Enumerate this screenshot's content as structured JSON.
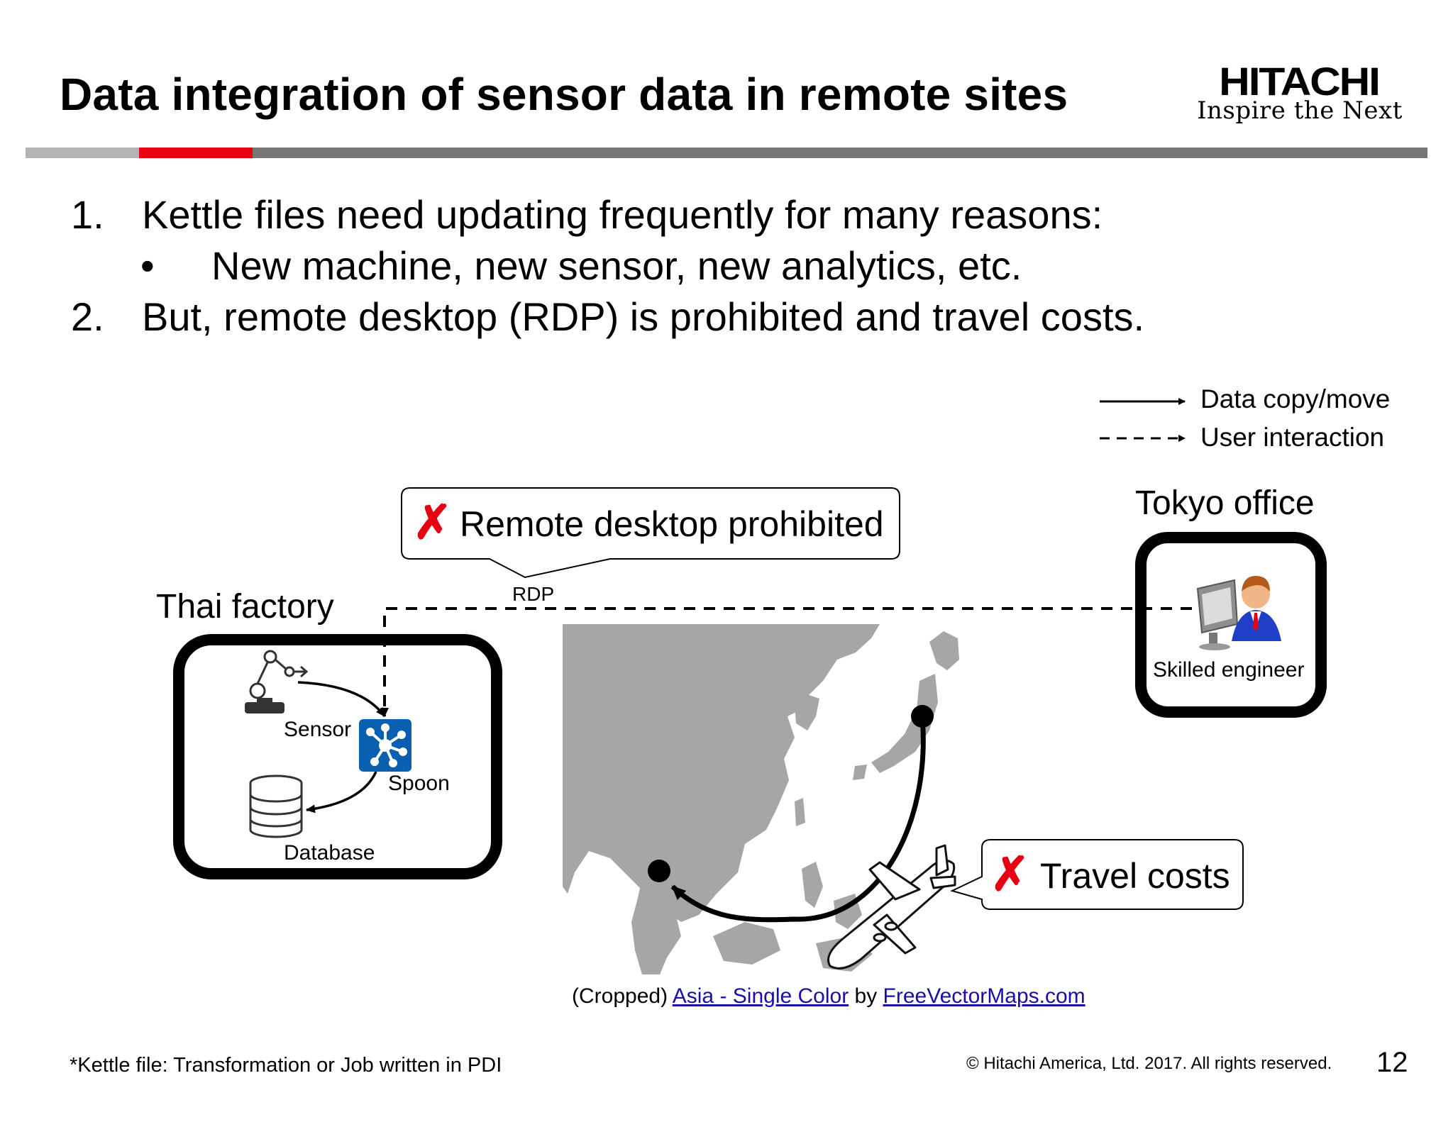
{
  "slide": {
    "title": "Data integration of sensor data in remote sites",
    "logo": {
      "wordmark": "HITACHI",
      "tagline": "Inspire the Next"
    },
    "bullets": [
      {
        "marker": "1.",
        "text": "Kettle files need updating frequently for many reasons:"
      },
      {
        "marker": "•",
        "text": "New machine, new sensor, new analytics, etc."
      },
      {
        "marker": "2.",
        "text": "But, remote desktop (RDP) is prohibited and travel costs."
      }
    ],
    "legend": {
      "solid": "Data copy/move",
      "dashed": "User interaction"
    },
    "diagram": {
      "thai_factory": {
        "title": "Thai factory",
        "sensor": "Sensor",
        "spoon": "Spoon",
        "database": "Database"
      },
      "tokyo_office": {
        "title": "Tokyo office",
        "engineer": "Skilled engineer"
      },
      "rdp_label": "RDP",
      "rdp_callout": "Remote desktop prohibited",
      "travel_callout": "Travel costs",
      "cross_mark": "✗"
    },
    "credit": {
      "prefix": "(Cropped) ",
      "link1": "Asia - Single Color",
      "middle": " by ",
      "link2": "FreeVectorMaps.com"
    },
    "footnote": "*Kettle file: Transformation or Job written in PDI",
    "copyright": "© Hitachi America, Ltd. 2017. All rights reserved.",
    "page_number": "12",
    "colors": {
      "accent_red": "#e60012",
      "rule_gray": "#777777",
      "map_gray": "#a6a6a6",
      "spoon_blue": "#0a5fae",
      "link_blue": "#1a0dab"
    }
  }
}
